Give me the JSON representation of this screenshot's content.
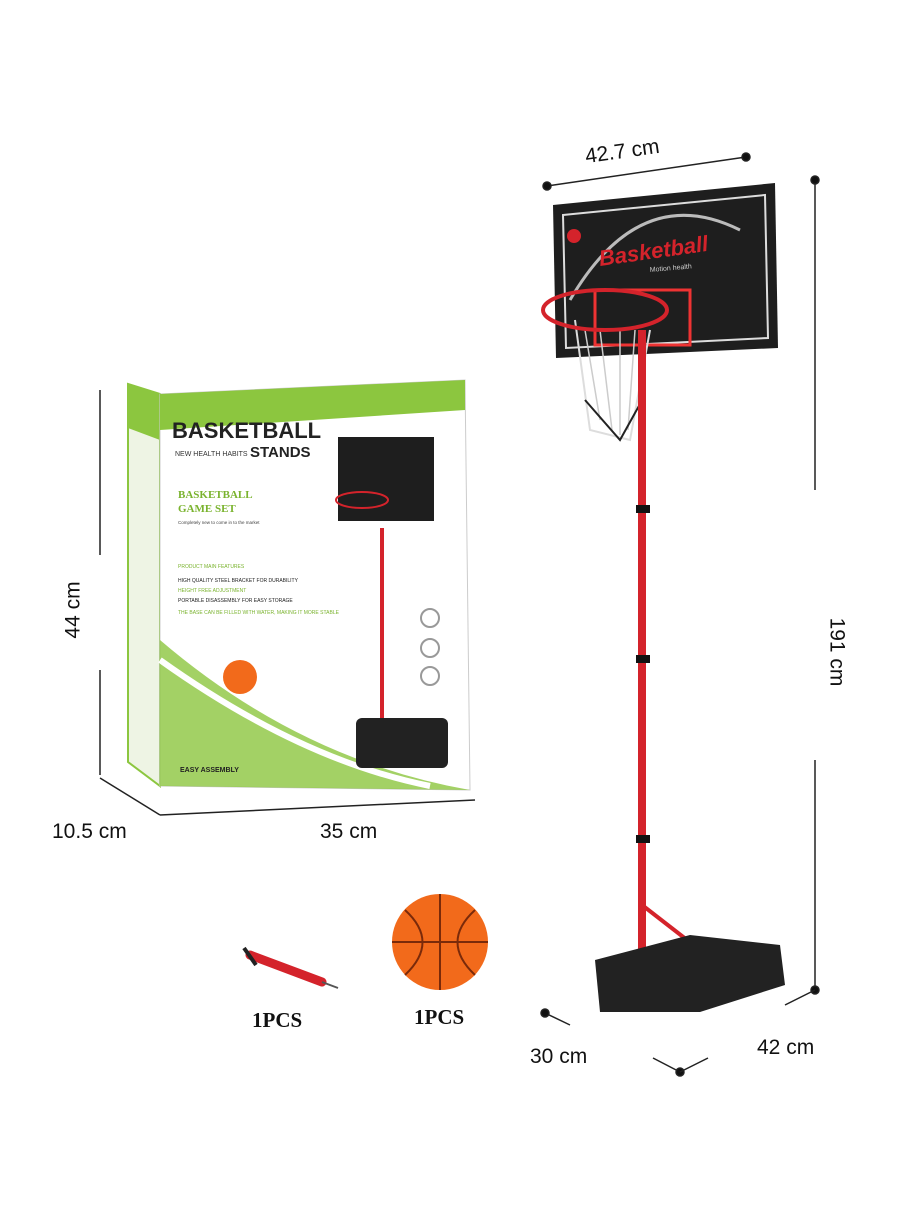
{
  "dimensions": {
    "backboard_width": "42.7 cm",
    "stand_height": "191 cm",
    "base_depth": "30 cm",
    "base_width": "42 cm",
    "box_height": "44 cm",
    "box_width": "35 cm",
    "box_depth": "10.5 cm"
  },
  "box": {
    "title_main": "BASKETBALL",
    "title_sub": "STANDS",
    "tagline": "NEW HEALTH HABITS",
    "product_name_line1": "BASKETBALL",
    "product_name_line2": "GAME SET",
    "blurb": "Completely new to come in to the market",
    "features_heading": "PRODUCT MAIN FEATURES",
    "features": [
      "HIGH QUALITY STEEL BRACKET FOR DURABILITY",
      "HEIGHT FREE ADJUSTMENT",
      "PORTABLE DISASSEMBLY FOR EASY STORAGE",
      "THE BASE CAN BE FILLED WITH WATER, MAKING IT MORE STABLE"
    ],
    "badge": "EASY ASSEMBLY"
  },
  "backboard": {
    "logo": "Basketball",
    "sub": "Motion health"
  },
  "accessories": [
    {
      "name": "pump",
      "qty": "1PCS"
    },
    {
      "name": "ball",
      "qty": "1PCS"
    }
  ],
  "colors": {
    "box_green": "#8cc63f",
    "pole_red": "#d4232b",
    "ball_orange": "#f26a1b",
    "backboard": "#1e1e1e"
  }
}
